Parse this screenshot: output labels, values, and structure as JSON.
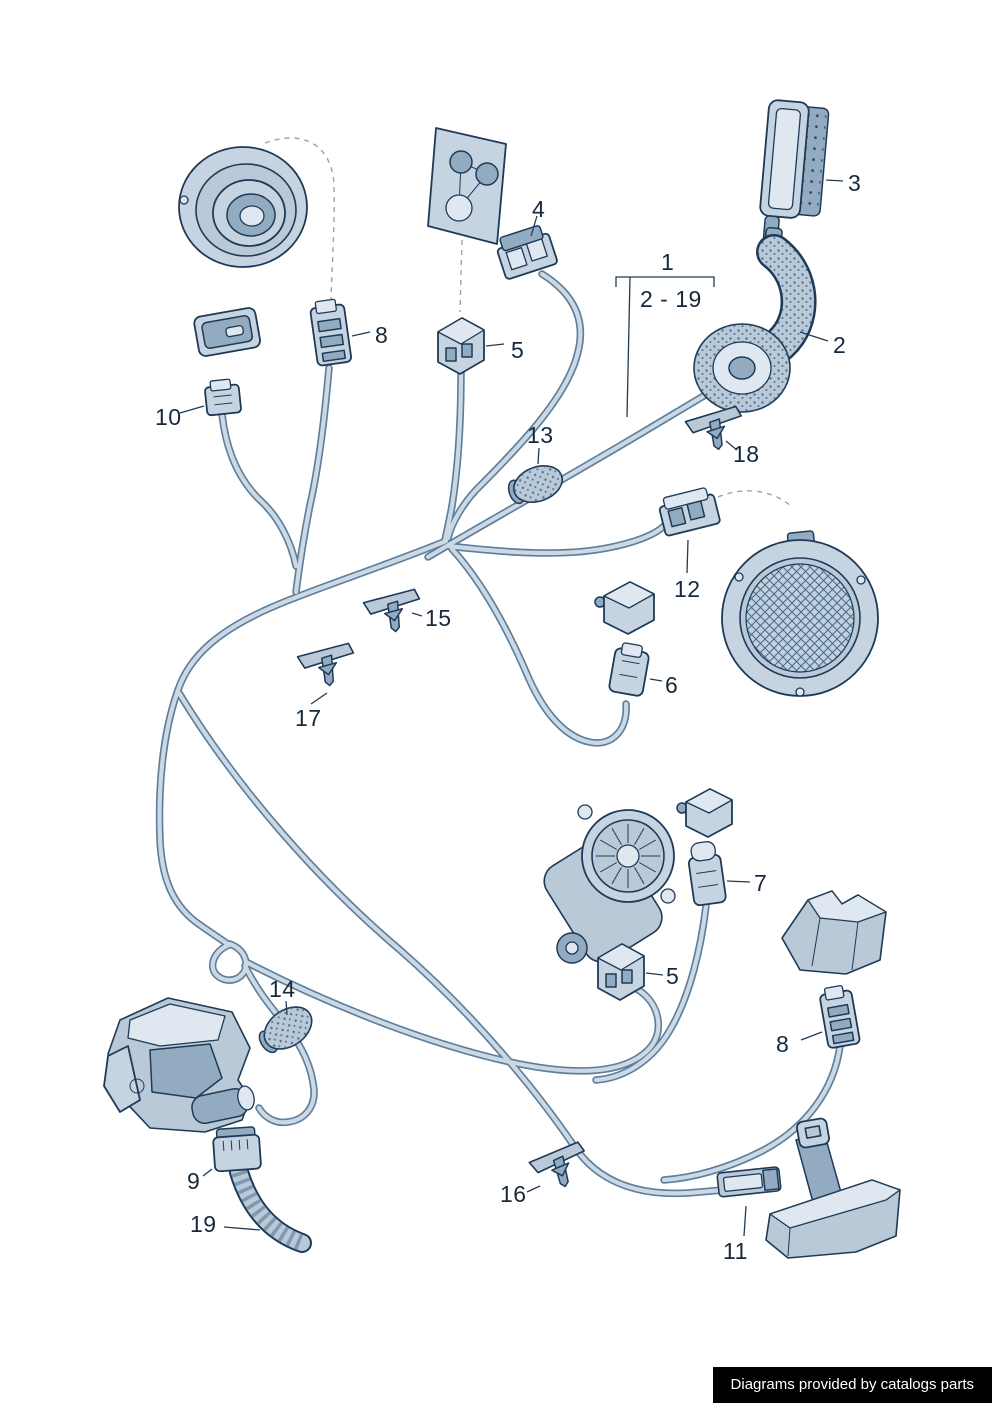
{
  "footer": {
    "text": "Diagrams provided by catalogs parts"
  },
  "colors": {
    "outline": "#1e3a57",
    "part_fill": "#c6d4e2",
    "part_shade": "#93abc0",
    "wire_fill": "#ccd9e4",
    "wire_edge": "#5e7f9b",
    "callout_text": "#16293c",
    "footer_bg": "#000000",
    "footer_text": "#ffffff"
  },
  "callouts": [
    {
      "text": "3"
    },
    {
      "text": "4"
    },
    {
      "text": "1"
    },
    {
      "text": "2 - 19"
    },
    {
      "text": "2"
    },
    {
      "text": "8"
    },
    {
      "text": "5"
    },
    {
      "text": "10"
    },
    {
      "text": "13"
    },
    {
      "text": "18"
    },
    {
      "text": "12"
    },
    {
      "text": "15"
    },
    {
      "text": "6"
    },
    {
      "text": "17"
    },
    {
      "text": "7"
    },
    {
      "text": "5"
    },
    {
      "text": "14"
    },
    {
      "text": "8"
    },
    {
      "text": "9"
    },
    {
      "text": "16"
    },
    {
      "text": "19"
    },
    {
      "text": "11"
    }
  ]
}
